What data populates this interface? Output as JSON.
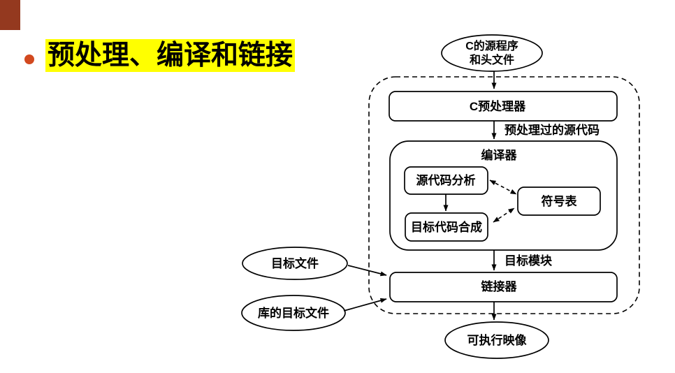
{
  "slide": {
    "title": "预处理、编译和链接",
    "colors": {
      "highlight": "#ffff00",
      "bullet": "#d2491f",
      "corner_accent": "#94391f",
      "stroke": "#000000"
    }
  },
  "diagram": {
    "source_files": {
      "line1": "C的源程序",
      "line2": "和头文件"
    },
    "preprocessor": "C预处理器",
    "preprocessed_source_label": "预处理过的源代码",
    "compiler": "编译器",
    "source_analysis": "源代码分析",
    "code_synthesis": "目标代码合成",
    "symbol_table": "符号表",
    "target_module_label": "目标模块",
    "linker": "链接器",
    "object_file": "目标文件",
    "library_object_files": "库的目标文件",
    "executable_image": "可执行映像"
  }
}
